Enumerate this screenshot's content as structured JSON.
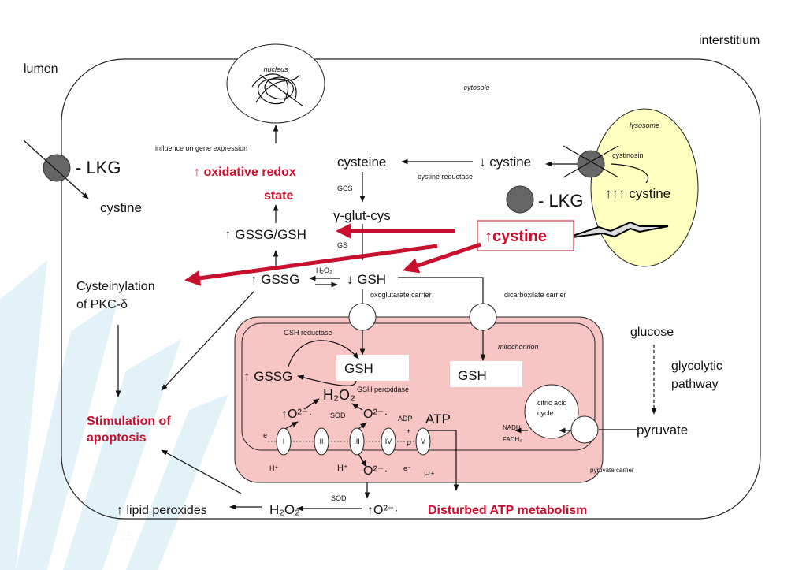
{
  "labels": {
    "lumen": "lumen",
    "interstitium": "interstitium",
    "nucleus": "nucleus",
    "cytosole": "cytosole",
    "influence": "influence on gene expression",
    "oxidative_1": "↑ oxidative redox",
    "oxidative_2": "state",
    "gssg_gsh": "↑ GSSG/GSH",
    "cysteine": "cysteine",
    "gcs": "GCS",
    "glutcys": "γ-glut-cys",
    "gs": "GS",
    "cystine_down": "↓ cystine",
    "cystine_reductase": "cystine reductase",
    "lysosome": "lysosome",
    "cystinosin": "cystinosin",
    "cystine_lyso": "↑↑↑ cystine",
    "lkg_left": "- LKG",
    "cystine_left": "cystine",
    "lkg_right": "- LKG",
    "cystine_box": "↑cystine",
    "cysteinylation_1": "Cysteinylation",
    "cysteinylation_2": "of PKC-δ",
    "gssg_up": "↑ GSSG",
    "gsh_down": "↓ GSH",
    "h2o2_small": "H₂O₂",
    "oxoglutarate": "oxoglutarate carrier",
    "dicarboxilate": "dicarboxilate carrier",
    "gsh_reductase": "GSH reductase",
    "mitochondrion": "mitochonrion",
    "gsh_mito1": "GSH",
    "gsh_mito2": "GSH",
    "gssg_mito": "↑ GSSG",
    "h2o2_mito": "H₂O₂",
    "gsh_peroxidase": "GSH peroxidase",
    "superoxide_up": "↑O²⁻·",
    "sod_mito": "SOD",
    "superoxide_2": "O²⁻·",
    "adp": "ADP",
    "plus": "+",
    "p": "P",
    "atp": "ATP",
    "complex_1": "I",
    "complex_2": "II",
    "complex_3": "III",
    "complex_4": "IV",
    "complex_5": "V",
    "e_left": "e⁻",
    "e_right": "e⁻",
    "h_1": "H⁺",
    "h_2": "H⁺",
    "h_3": "H⁺",
    "superoxide_3": "O²⁻·",
    "citric_1": "citric acid",
    "citric_2": "cycle",
    "nadh": "NADH",
    "fadh2": "FADH₂",
    "glucose": "glucose",
    "glycolytic_1": "glycolytic",
    "glycolytic_2": "pathway",
    "pyruvate": "pyruvate",
    "pyruvate_carrier": "pyruvate carrier",
    "apoptosis_1": "Stimulation of",
    "apoptosis_2": "apoptosis",
    "lipid": "↑ lipid peroxides",
    "h2o2_bottom": "H₂O₂",
    "sod_bottom": "SOD",
    "superoxide_bottom": "↑O²⁻·",
    "atp_disturbed": "Disturbed ATP metabolism",
    "page_number": "15"
  },
  "colors": {
    "highlight_red": "#c8102e",
    "mitochondrion_fill": "#f8c5c5",
    "lysosome_fill": "#ffffc0",
    "transporter_grey": "#666666",
    "background_stripes": "#e3f1f8"
  }
}
